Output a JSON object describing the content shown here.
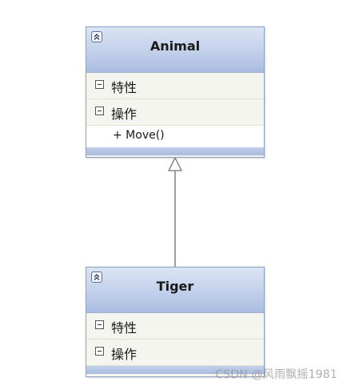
{
  "classes": {
    "animal": {
      "name": "Animal",
      "attributes_label": "特性",
      "operations_label": "操作",
      "operations": [
        "+ Move()"
      ]
    },
    "tiger": {
      "name": "Tiger",
      "attributes_label": "特性",
      "operations_label": "操作"
    }
  },
  "relationship": {
    "type": "generalization",
    "from": "Tiger",
    "to": "Animal"
  },
  "watermark": "CSDN @风雨飘摇1981",
  "icons": {
    "collapse": "double-chevron-up-icon",
    "compartment_toggle": "minus-box-icon"
  },
  "colors": {
    "header_top": "#dbe4f4",
    "header_bottom": "#aabce0",
    "border": "#8a9fc6",
    "compartment_bg": "#f3f5ee",
    "connector": "#a0a0a0"
  }
}
